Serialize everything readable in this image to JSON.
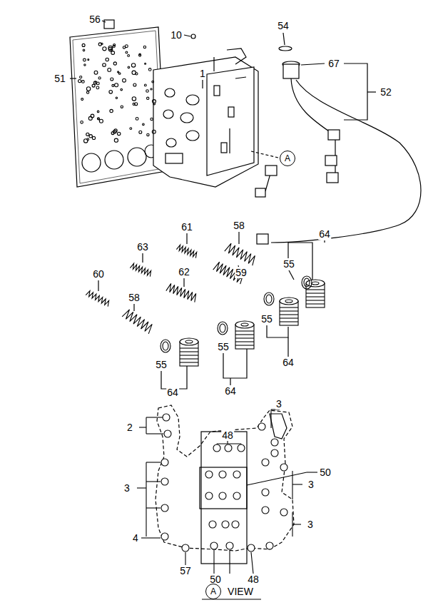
{
  "diagram": {
    "nodes": [
      {
        "text": [
          "A"
        ]
      },
      {
        "text": [
          "A"
        ]
      }
    ],
    "labels": [
      "56",
      "10",
      "54",
      "51",
      "1",
      "67",
      "52",
      "61",
      "58",
      "64",
      "63",
      "62",
      "59",
      "60",
      "55",
      "58",
      "55",
      "64",
      "55",
      "64",
      "55",
      "64",
      "3",
      "2",
      "48",
      "50",
      "3",
      "3",
      "3",
      "4",
      "57",
      "50",
      "48",
      "VIEW"
    ]
  }
}
